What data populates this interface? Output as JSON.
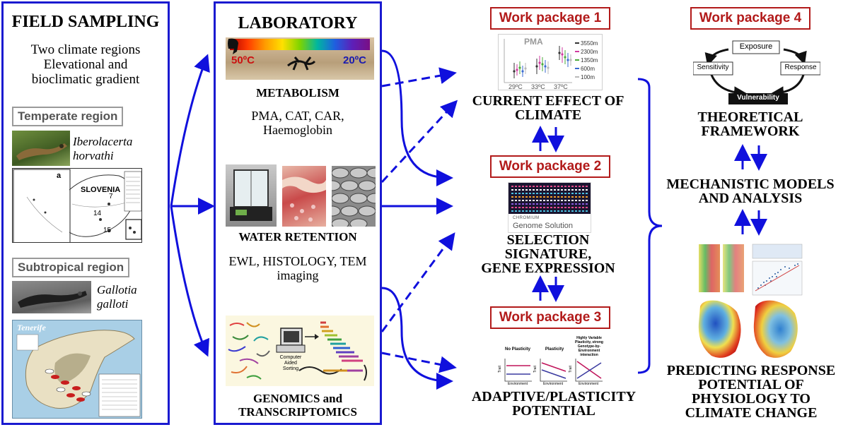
{
  "field": {
    "title": "FIELD SAMPLING",
    "desc_lines": [
      "Two climate regions",
      "Elevational and",
      "bioclimatic gradient"
    ],
    "temperate_label": "Temperate region",
    "temperate_species": [
      "Iberolacerta",
      "horvathi"
    ],
    "map_country": "SLOVENIA",
    "map_letter": "a",
    "map_numbers": [
      "7",
      "14",
      "15"
    ],
    "subtropical_label": "Subtropical region",
    "subtropical_species": [
      "Gallotia",
      "galloti"
    ],
    "tenerife_title": "Tenerife"
  },
  "lab": {
    "title": "LABORATORY",
    "temp_hot": "50ºC",
    "temp_cold": "20ºC",
    "metabolism_title": "METABOLISM",
    "metabolism_lines": [
      "PMA, CAT, CAR,",
      "Haemoglobin"
    ],
    "water_title": "WATER RETENTION",
    "water_lines": [
      "EWL, HISTOLOGY, TEM",
      "imaging"
    ],
    "genomics_lines": [
      "GENOMICS and",
      "TRANSCRIPTOMICS"
    ],
    "computer_label": [
      "Computer",
      "Aided",
      "Sorting"
    ]
  },
  "wp1": {
    "label": "Work package 1",
    "chart_title": "PMA",
    "x_ticks": [
      "29ºC",
      "33ºC",
      "37ºC"
    ],
    "legend": [
      "3550m",
      "2300m",
      "1350m",
      "600m",
      "100m"
    ],
    "title_lines": [
      "CURRENT EFFECT OF",
      "CLIMATE"
    ]
  },
  "wp2": {
    "label": "Work package 2",
    "brand_small": "CHROMIUM",
    "brand": "Genome Solution",
    "title_lines": [
      "SELECTION",
      "SIGNATURE,",
      "GENE EXPRESSION"
    ]
  },
  "wp3": {
    "label": "Work package 3",
    "panels": [
      "No Plasticity",
      "Plasticity",
      "Highly Variable Plasticity, strong Genotype-by-Environment interaction"
    ],
    "axis_x": "Environment",
    "axis_y": "Trait",
    "title_lines": [
      "ADAPTIVE/PLASTICITY",
      "POTENTIAL"
    ]
  },
  "wp4": {
    "label": "Work package 4",
    "cycle": {
      "exposure": "Exposure",
      "sensitivity": "Sensitivity",
      "response": "Response",
      "vulnerability": "Vulnerability"
    },
    "theory_lines": [
      "THEORETICAL",
      "FRAMEWORK"
    ],
    "models_lines": [
      "MECHANISTIC MODELS",
      "AND ANALYSIS"
    ],
    "predict_lines": [
      "PREDICTING RESPONSE",
      "POTENTIAL OF",
      "PHYSIOLOGY TO",
      "CLIMATE CHANGE"
    ]
  },
  "colors": {
    "panel_border": "#1a1ad0",
    "arrow": "#1010dd",
    "wp_border": "#b21a1a"
  }
}
